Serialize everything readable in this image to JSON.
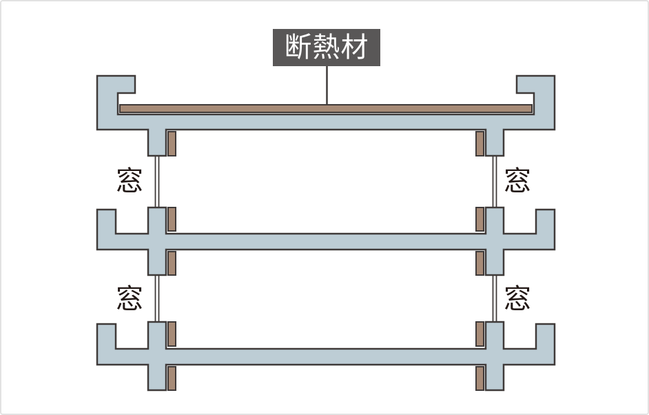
{
  "diagram": {
    "insulation_label": "断熱材",
    "window_labels": {
      "top_left": "窓",
      "top_right": "窓",
      "bottom_left": "窓",
      "bottom_right": "窓"
    },
    "colors": {
      "structure_fill": "#bdcdd5",
      "insulation_fill": "#a78b77",
      "outline": "#3f3a39",
      "label_bg": "#595757",
      "label_text": "#ffffff",
      "text_color": "#221815",
      "frame_border": "#e2e2e2",
      "background": "#ffffff"
    }
  }
}
